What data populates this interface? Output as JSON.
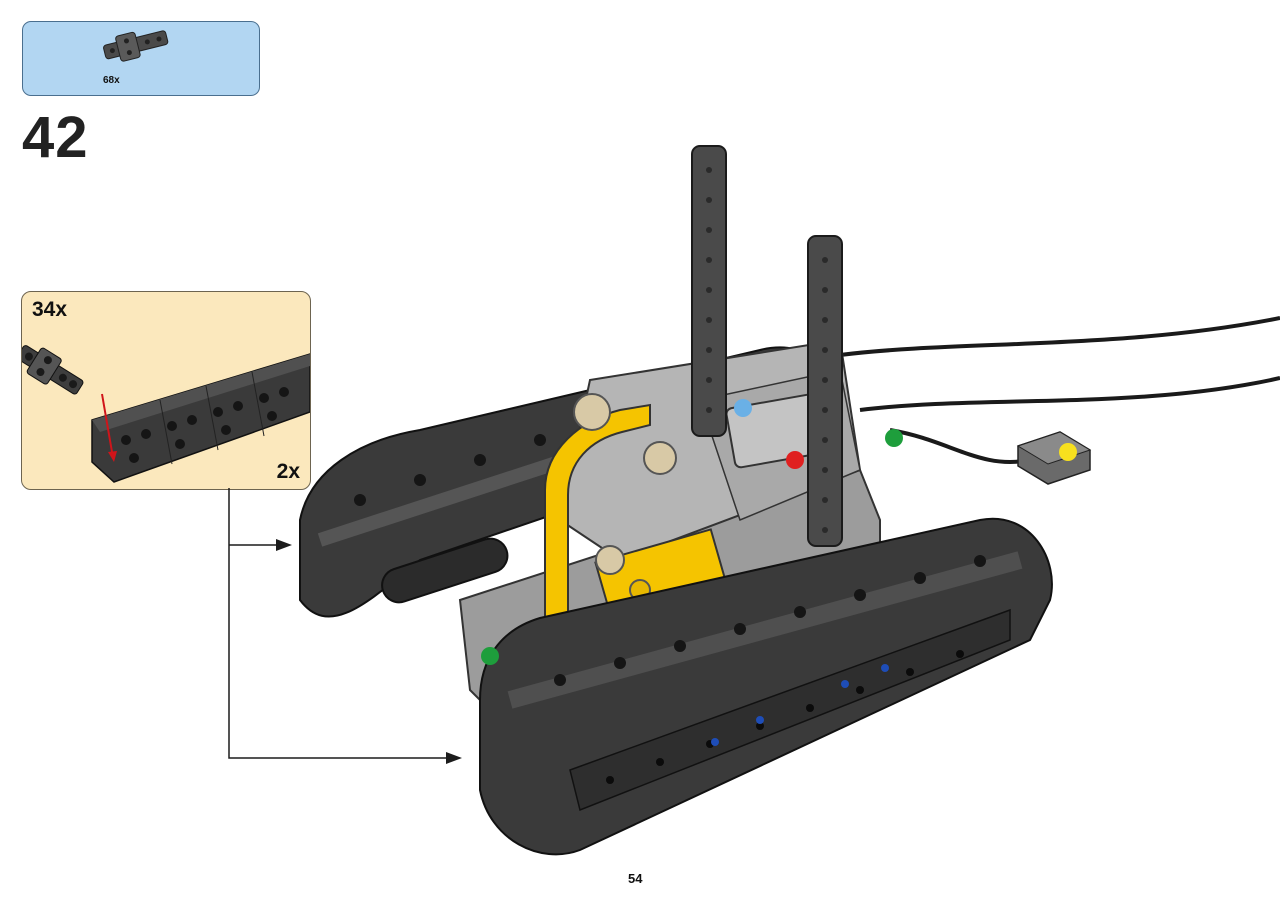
{
  "parts_list": {
    "items": [
      {
        "quantity": "68x",
        "part_icon": "track-link-icon"
      }
    ]
  },
  "step": {
    "number": "42"
  },
  "sub_assembly": {
    "parts_quantity": "34x",
    "part_icon": "track-link-icon",
    "build_multiplier": "2x"
  },
  "colors": {
    "parts_box_bg": "#b2d6f2",
    "callout_bg": "#fbe8bd",
    "track": "#3b3b3b",
    "frame_yellow": "#f5c400",
    "placement_arrow": "#d0141a",
    "marker_blue": "#6ab0e6",
    "marker_red": "#e02020",
    "marker_green": "#1e9e3c",
    "marker_yellow": "#f7e01e"
  },
  "page": {
    "number": "54"
  }
}
